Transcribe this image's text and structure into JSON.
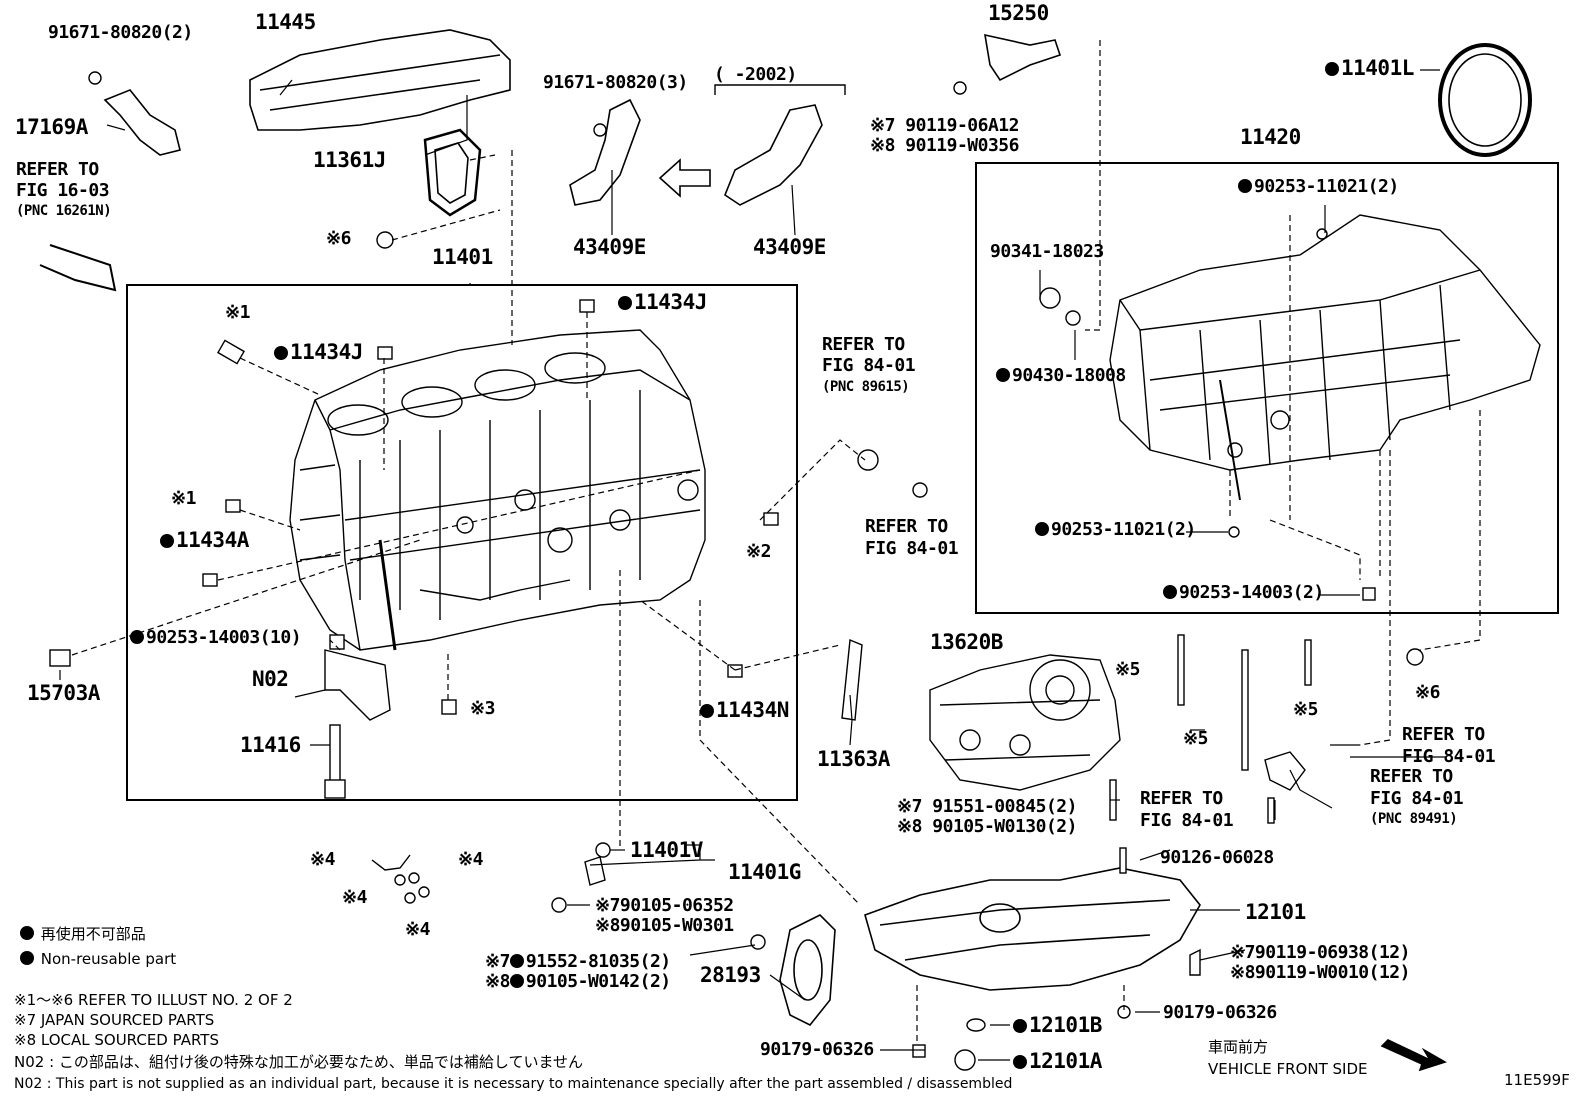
{
  "labels": {
    "p91671_1": "91671-80820(2)",
    "p17169A": "17169A",
    "p11445": "11445",
    "refer_16_1": "REFER TO",
    "refer_16_2": "FIG 16-03",
    "refer_16_3": "(PNC 16261N)",
    "p11361J": "11361J",
    "p91671_2": "91671-80820(3)",
    "p2002": "(      -2002)",
    "p43409E_a": "43409E",
    "p43409E_b": "43409E",
    "p15250": "15250",
    "p90119_06A12": "90119-06A12",
    "p90119_W0356": "90119-W0356",
    "p11401L": "11401L",
    "p11420": "11420",
    "p11401": "11401",
    "p11434J_a": "11434J",
    "p11434J_b": "11434J",
    "star6_a": "※6",
    "star1_a": "※1",
    "star1_b": "※1",
    "p11434A": "11434A",
    "p90253_14003_10": "90253-14003(10)",
    "p15703A": "15703A",
    "pN02": "N02",
    "p11416": "11416",
    "star3": "※3",
    "star2": "※2",
    "p11434N": "11434N",
    "p11363A": "11363A",
    "refer_89615_1": "REFER TO",
    "refer_89615_2": "FIG 84-01",
    "refer_89615_3": "(PNC 89615)",
    "refer_8401_a1": "REFER TO",
    "refer_8401_a2": "FIG 84-01",
    "p90253_11021_a": "90253-11021(2)",
    "p90341_18023": "90341-18023",
    "p90430_18008": "90430-18008",
    "p90253_11021_b": "90253-11021(2)",
    "p90253_14003_2": "90253-14003(2)",
    "p13620B": "13620B",
    "star5_a": "※5",
    "star5_b": "※5",
    "star5_c": "※5",
    "star6_b": "※6",
    "refer_8401_b1": "REFER TO",
    "refer_8401_b2": "FIG 84-01",
    "refer_89491_1": "REFER TO",
    "refer_89491_2": "FIG 84-01",
    "refer_89491_3": "(PNC 89491)",
    "refer_8401_c1": "REFER TO",
    "refer_8401_c2": "FIG 84-01",
    "p91551": "91551-00845(2)",
    "p90105_W0130": "90105-W0130(2)",
    "p90126_06028": "90126-06028",
    "p12101": "12101",
    "p90119_06938": "90119-06938(12)",
    "p90119_W0010": "90119-W0010(12)",
    "p90179_06326_a": "90179-06326",
    "p12101B": "12101B",
    "p90179_06326_b": "90179-06326",
    "p12101A": "12101A",
    "p28193": "28193",
    "p91552": "91552-81035(2)",
    "p90105_W0142": "90105-W0142(2)",
    "p11401V": "11401V",
    "p11401G": "11401G",
    "p90105_06352": "90105-06352",
    "p90105_W0301": "90105-W0301",
    "star4_a": "※4",
    "star4_b": "※4",
    "star4_c": "※4",
    "star4_d": "※4",
    "star7": "※7",
    "star8": "※8"
  },
  "legend": {
    "jp_nonreusable": "再使用不可部品",
    "en_nonreusable": "Non-reusable part",
    "note_1_6": "※1～※6  REFER TO ILLUST NO. 2 OF 2",
    "note_7": "※7  JAPAN SOURCED PARTS",
    "note_8": "※8  LOCAL SOURCED PARTS",
    "n02_jp": "N02 : この部品は、組付け後の特殊な加工が必要なため、単品では補給していません",
    "n02_en": "N02 : This part is not supplied as an individual part, because it is necessary to maintenance specially after the part assembled / disassembled"
  },
  "footer": {
    "front_jp": "車両前方",
    "front_en": "VEHICLE FRONT SIDE",
    "code": "11E599F"
  }
}
